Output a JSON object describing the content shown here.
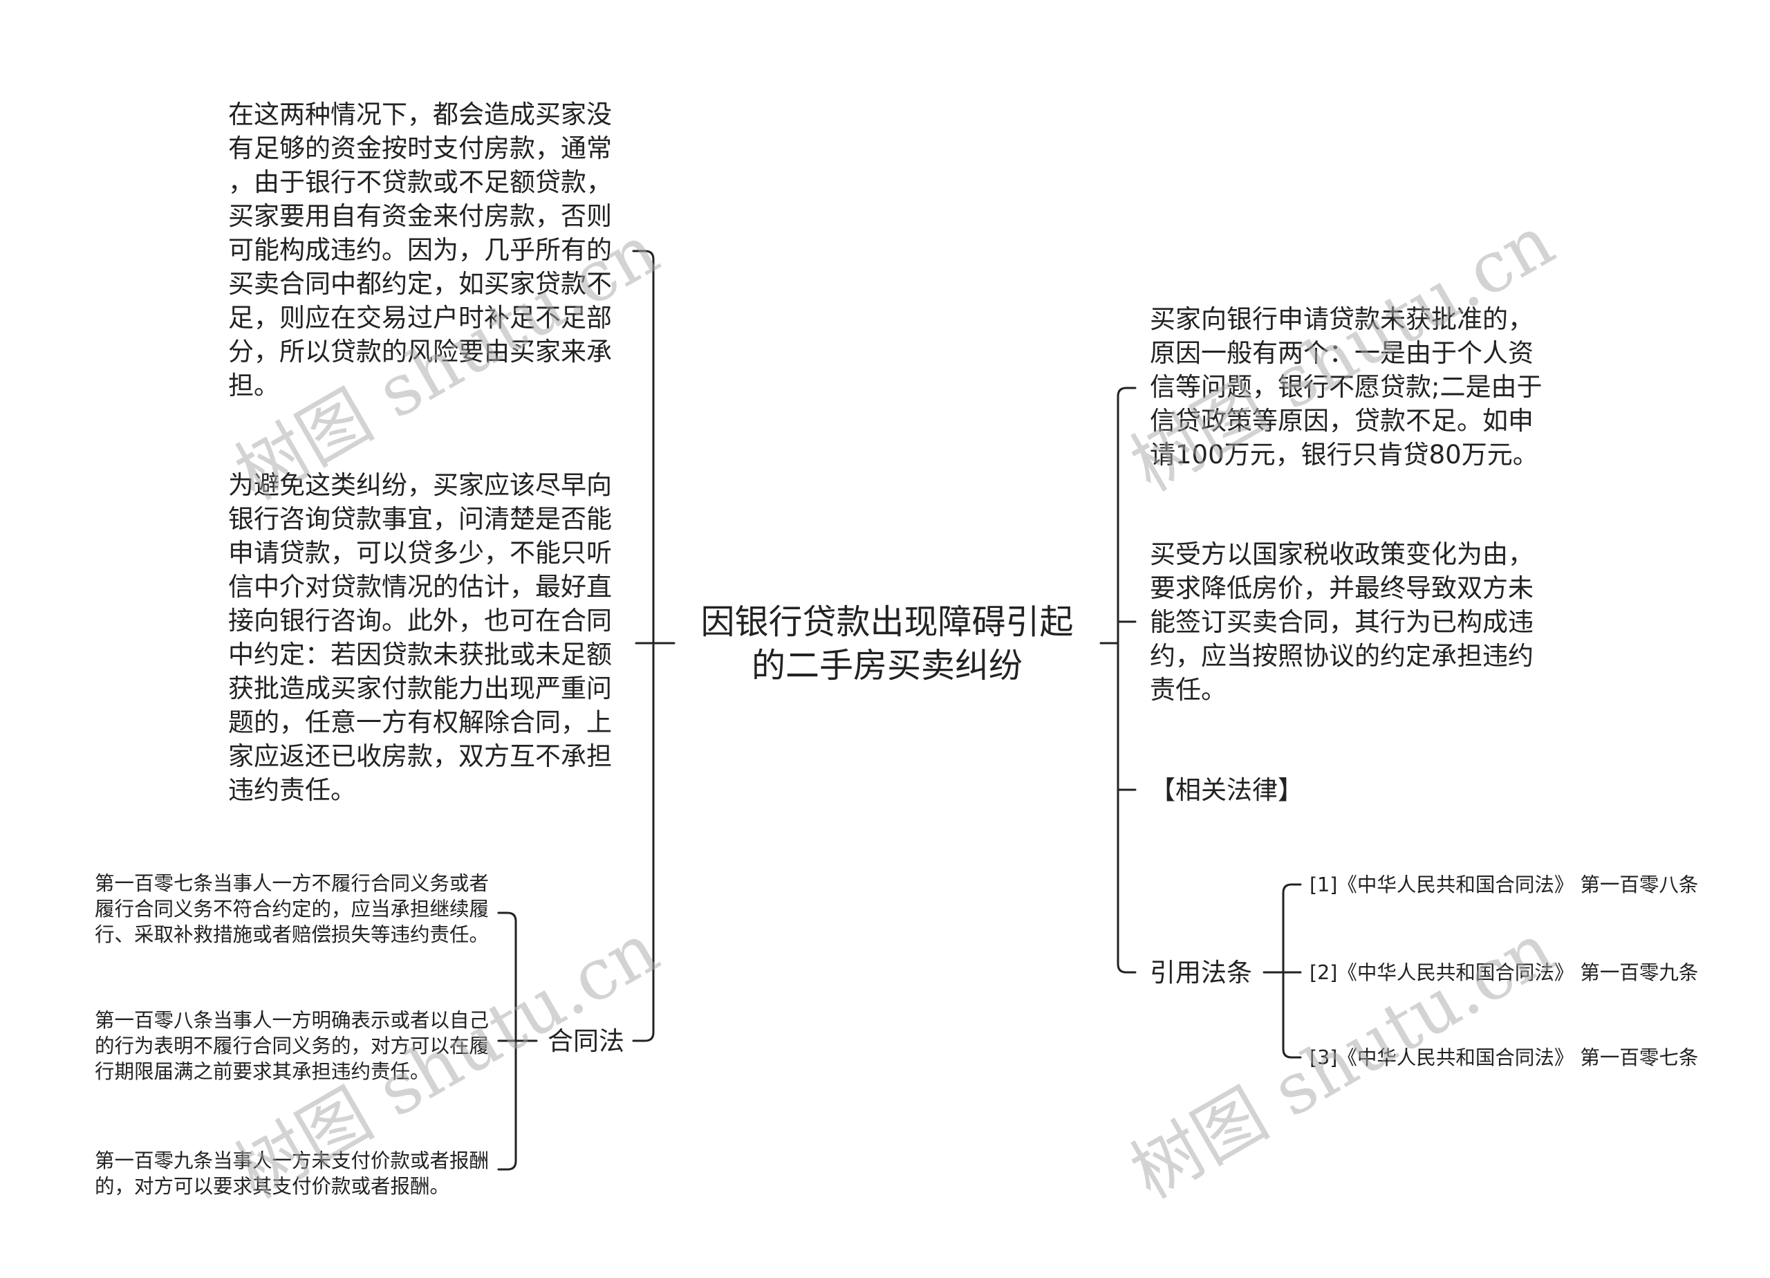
{
  "central_topic": {
    "lines": [
      "因银行贷款出现障碍引起",
      "的二手房买卖纠纷"
    ]
  },
  "left": {
    "topic_1": [
      "在这两种情况下，都会造成买家没",
      "有足够的资金按时支付房款，通常",
      "，由于银行不贷款或不足额贷款，",
      "买家要用自有资金来付房款，否则",
      "可能构成违约。因为，几乎所有的",
      "买卖合同中都约定，如买家贷款不",
      "足，则应在交易过户时补足不足部",
      "分，所以贷款的风险要由买家来承",
      "担。"
    ],
    "topic_2": [
      "为避免这类纠纷，买家应该尽早向",
      "银行咨询贷款事宜，问清楚是否能",
      "申请贷款，可以贷多少，不能只听",
      "信中介对贷款情况的估计，最好直",
      "接向银行咨询。此外，也可在合同",
      "中约定：若因贷款未获批或未足额",
      "获批造成买家付款能力出现严重问",
      "题的，任意一方有权解除合同，上",
      "家应返还已收房款，双方互不承担",
      "违约责任。"
    ],
    "contract_law": {
      "label": "合同法",
      "articles": [
        [
          "第一百零七条当事人一方不履行合同义务或者",
          "履行合同义务不符合约定的，应当承担继续履",
          "行、采取补救措施或者赔偿损失等违约责任。"
        ],
        [
          "第一百零八条当事人一方明确表示或者以自己",
          "的行为表明不履行合同义务的，对方可以在履",
          "行期限届满之前要求其承担违约责任。"
        ],
        [
          "第一百零九条当事人一方未支付价款或者报酬",
          "的，对方可以要求其支付价款或者报酬。"
        ]
      ]
    }
  },
  "right": {
    "topic_1": [
      "买家向银行申请贷款未获批准的，",
      "原因一般有两个：一是由于个人资",
      "信等问题，银行不愿贷款;二是由于",
      "信贷政策等原因，贷款不足。如申",
      "请100万元，银行只肯贷80万元。"
    ],
    "topic_2": [
      "买受方以国家税收政策变化为由，",
      "要求降低房价，并最终导致双方未",
      "能签订买卖合同，其行为已构成违",
      "约，应当按照协议的约定承担违约",
      "责任。"
    ],
    "related_law": "【相关法律】",
    "cited_articles": {
      "label": "引用法条",
      "items": [
        "[1]《中华人民共和国合同法》 第一百零八条",
        "[2]《中华人民共和国合同法》 第一百零九条",
        "[3]《中华人民共和国合同法》 第一百零七条"
      ]
    }
  },
  "watermark": {
    "text": "树图 shutu.cn"
  },
  "colors": {
    "text": "#222222",
    "connector": "#222222",
    "watermark": "#a8a8a8"
  }
}
